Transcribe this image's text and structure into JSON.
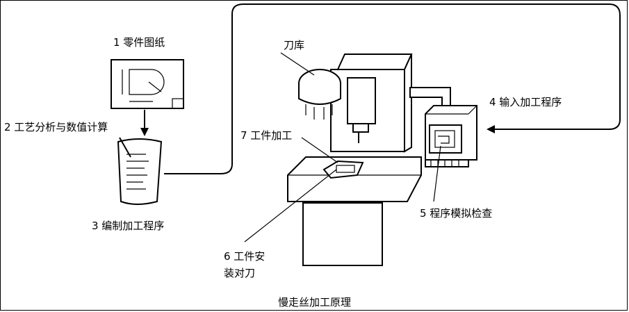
{
  "steps": {
    "s1": "1 零件图纸",
    "s2": "2 工艺分析与数值计算",
    "s3": "3 编制加工程序",
    "s4": "4 输入加工程序",
    "s5": "5 程序模拟检查",
    "s6_line1": "6 工件安",
    "s6_line2": "装对刀",
    "s7": "7 工件加工"
  },
  "labels": {
    "tool_magazine": "刀库"
  },
  "caption": "慢走丝加工原理"
}
